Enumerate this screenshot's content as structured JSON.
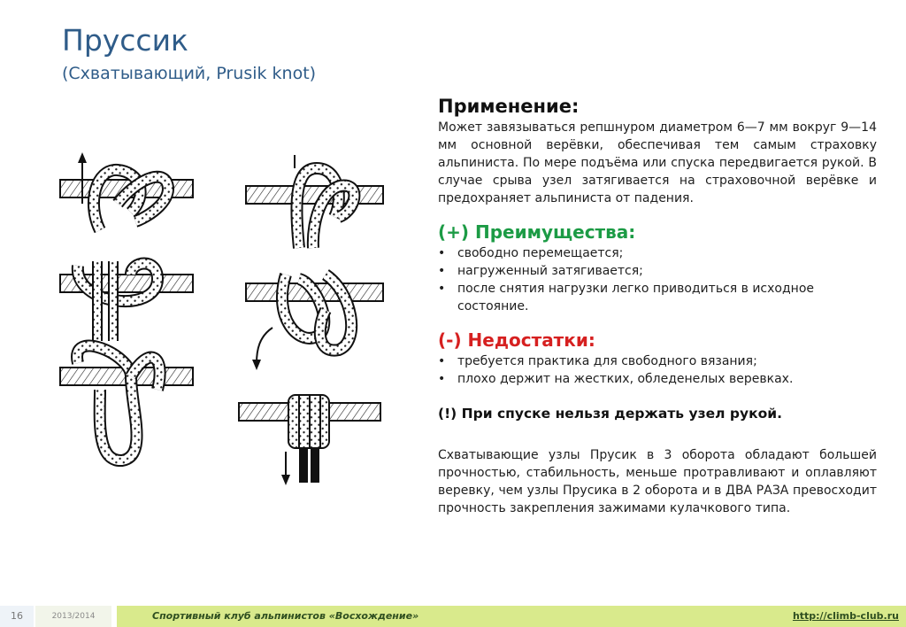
{
  "title": "Пруссик",
  "subtitle": "(Схватывающий, Prusik knot)",
  "application": {
    "heading": "Применение:",
    "text": "Может завязываться репшнуром диаметром 6—7 мм вокруг 9—14 мм основной верёвки, обеспечивая тем самым страховку альпиниста. По мере подъёма или спуска передвигается рукой. В случае срыва узел затягивается на страховочной верёвке и предохраняет альпиниста от падения."
  },
  "pros": {
    "heading": "(+) Преимущества:",
    "items": [
      "свободно перемещается;",
      "нагруженный затягивается;",
      "после снятия нагрузки легко приводиться в исходное состояние."
    ]
  },
  "cons": {
    "heading": "(-) Недостатки:",
    "items": [
      "требуется практика для свободного вязания;",
      "плохо держит на жестких, обледенелых веревках."
    ]
  },
  "warning": "(!) При спуске нельзя держать узел рукой.",
  "note": "Схватывающие узлы Прусик в 3 оборота обладают большей прочностью, стабильность, меньше протравливают и оплавляют веревку, чем узлы Прусика в 2 оборота и в ДВА РАЗА превосходит прочность закрепления зажимами кулачкового типа.",
  "bullet": "•",
  "footer": {
    "page": "16",
    "year": "2013/2014",
    "club": "Спортивный клуб альпинистов «Восхождение»",
    "url": "http://climb-club.ru"
  },
  "colors": {
    "title": "#2f5c89",
    "pros": "#1c9b45",
    "cons": "#d62020",
    "footer_bar": "#d9ea8c"
  }
}
